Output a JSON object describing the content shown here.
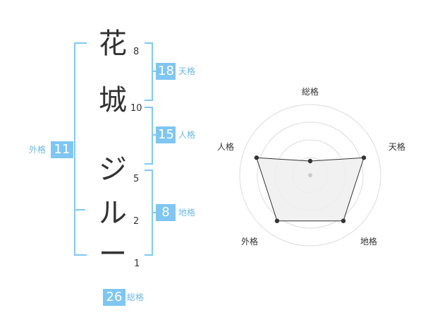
{
  "name": {
    "chars": [
      {
        "char": "花",
        "strokes": "8"
      },
      {
        "char": "城",
        "strokes": "10"
      },
      {
        "char": "ジ",
        "strokes": "5"
      },
      {
        "char": "ル",
        "strokes": "2"
      },
      {
        "char": "ー",
        "strokes": "1"
      }
    ]
  },
  "fortune": {
    "ten": {
      "label": "天格",
      "value": "18"
    },
    "jin": {
      "label": "人格",
      "value": "15"
    },
    "chi": {
      "label": "地格",
      "value": "8"
    },
    "gai": {
      "label": "外格",
      "value": "11"
    },
    "so": {
      "label": "総格",
      "value": "26"
    }
  },
  "chart_data": {
    "type": "radar",
    "axes": [
      "総格",
      "天格",
      "地格",
      "外格",
      "人格"
    ],
    "values": [
      1,
      4,
      4,
      4,
      4
    ],
    "rmax": 5,
    "rings": 4,
    "colors": {
      "fill": "#eeeeee",
      "line": "#333333",
      "ring": "#dddddd"
    }
  },
  "colors": {
    "accent": "#7fc6f2",
    "accent_text": "#6fb8e8"
  }
}
